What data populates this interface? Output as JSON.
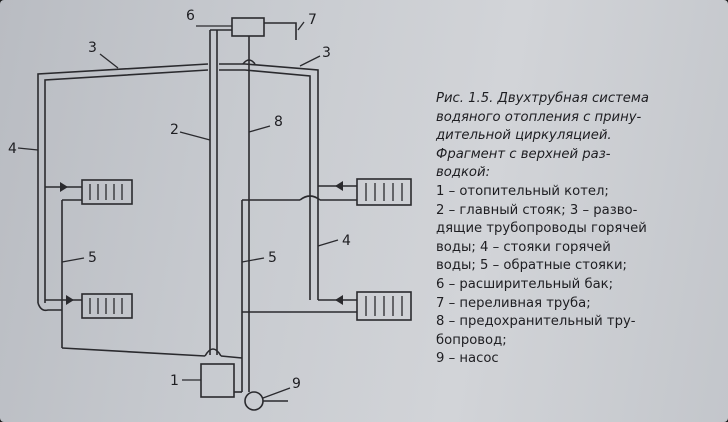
{
  "figure": {
    "labels": {
      "boiler": "1",
      "main_riser": "2",
      "supply_left": "3",
      "supply_right": "3",
      "hot_riser_left": "4",
      "hot_riser_right": "4",
      "return_left": "5",
      "return_center": "5",
      "expansion_tank": "6",
      "overflow_pipe": "7",
      "safety_pipe": "8",
      "pump": "9"
    }
  },
  "caption": {
    "title_lines": [
      "Рис. 1.5. Двухтрубная система",
      "водяного отопления с прину-",
      "дительной циркуляцией.",
      "Фрагмент с верхней раз-",
      "водкой:"
    ],
    "legend_lines": [
      "1 – отопительный котел;",
      "2 – главный стояк; 3 – разво-",
      "дящие трубопроводы горячей",
      "воды; 4 – стояки горячей",
      "воды; 5 – обратные стояки;",
      "6 – расширительный бак;",
      "7 – переливная труба;",
      "8 – предохранительный тру-",
      "бопровод;",
      "9 – насос"
    ]
  }
}
